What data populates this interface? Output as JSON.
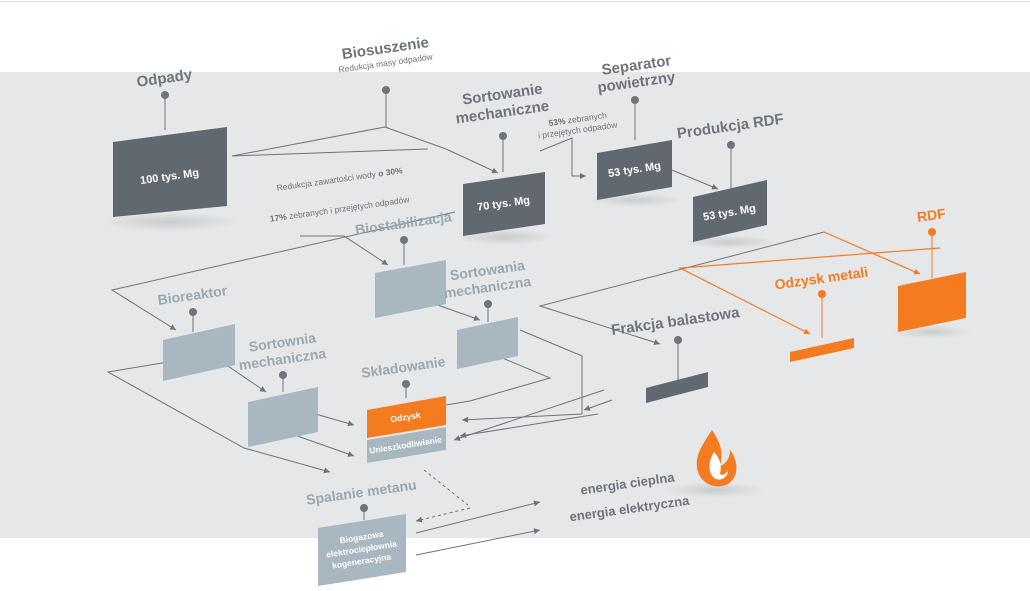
{
  "nodes": {
    "odpady": {
      "title": "Odpady",
      "value": "100 tys. Mg"
    },
    "biosuszenie": {
      "title": "Biosuszenie",
      "subtitle": "Redukcja masy odpadów"
    },
    "sortowanie": {
      "title_l1": "Sortowanie",
      "title_l2": "mechaniczne",
      "value": "70 tys. Mg"
    },
    "separator": {
      "title_l1": "Separator",
      "title_l2": "powietrzny",
      "value": "53 tys. Mg"
    },
    "produkcja_rdf": {
      "title": "Produkcja RDF",
      "value": "53 tys. Mg"
    },
    "rdf": {
      "title": "RDF"
    },
    "odzysk_metali": {
      "title": "Odzysk metali"
    },
    "frakcja_balastowa": {
      "title": "Frakcja balastowa"
    },
    "biostabilizacja": {
      "title": "Biostabilizacja"
    },
    "sortowania_mechaniczna": {
      "title_l1": "Sortowania",
      "title_l2": "mechaniczna"
    },
    "bioreaktor": {
      "title": "Bioreaktor"
    },
    "sortownia_mechaniczna": {
      "title_l1": "Sortownia",
      "title_l2": "mechaniczna"
    },
    "skladowanie": {
      "title": "Składowanie",
      "odzysk": "Odzysk",
      "unieszkodliwianie": "Unieszkodliwianie"
    },
    "spalanie_metanu": {
      "title": "Spalanie metanu",
      "box_l1": "Biogazowa",
      "box_l2": "elektrociepłownia",
      "box_l3": "kogeneracyjna"
    }
  },
  "annotations": {
    "woda_pre": "Redukcja zawartości wody ",
    "woda_bold": "o 30%",
    "pct17_bold": "17%",
    "pct17_rest": " zebranych i przejętych odpadów",
    "pct53_bold": "53%",
    "pct53_l1": " zebranych",
    "pct53_l2": "i przejętych odpadów"
  },
  "energy": {
    "line1": "energia cieplna",
    "line2": "energia elektryczna"
  },
  "colors": {
    "dark": "#616870",
    "light": "#a9b7c1",
    "orange": "#f47b20",
    "text": "#6d747b"
  },
  "icons": {
    "flame": "flame-icon"
  }
}
